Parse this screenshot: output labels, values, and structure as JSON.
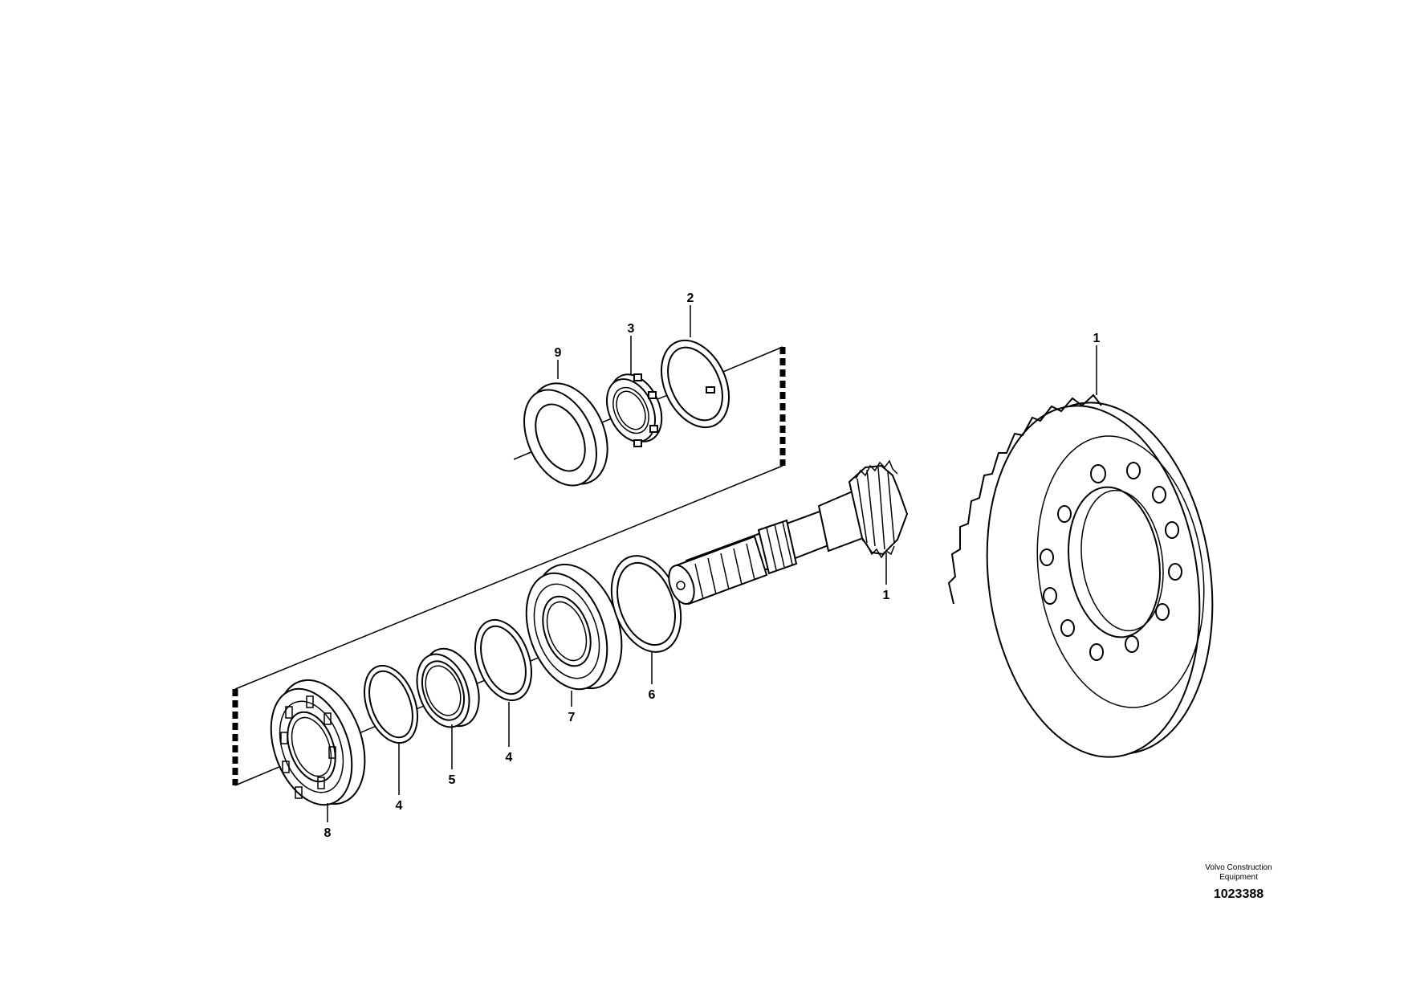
{
  "callouts": {
    "c1_gear": "1",
    "c1_pinion": "1",
    "c2": "2",
    "c3": "3",
    "c4_a": "4",
    "c4_b": "4",
    "c5": "5",
    "c6": "6",
    "c7": "7",
    "c8": "8",
    "c9": "9"
  },
  "credit": {
    "company_line1": "Volvo Construction",
    "company_line2": "Equipment",
    "drawing_number": "1023388"
  },
  "colors": {
    "line": "#000000",
    "background": "#ffffff"
  }
}
